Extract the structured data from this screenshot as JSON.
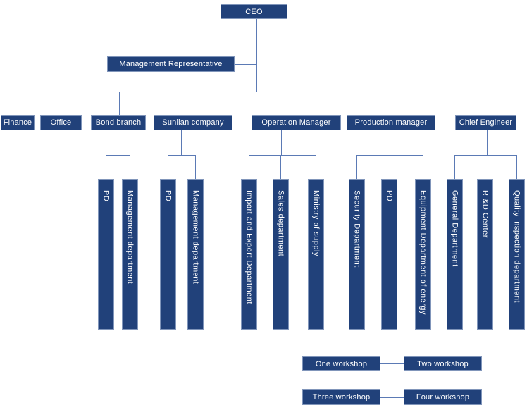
{
  "chart": {
    "ceo": "CEO",
    "management_representative": "Management Representative",
    "top_row": {
      "finance": "Finance",
      "office": "Office",
      "bond": "Bond branch",
      "sunlian": "Sunlian company",
      "operation": "Operation Manager",
      "production": "Production manager",
      "chief": "Chief Engineer"
    },
    "departments": {
      "bond_pd": "PD",
      "bond_mgmt": "Management department",
      "sunlian_pd": "PD",
      "sunlian_mgmt": "Management department",
      "import_export": "Import and Export Department",
      "sales": "Sales department",
      "ministry": "Ministry of supply",
      "security": "Security Department",
      "production_pd": "PD",
      "equipment": "Equipment Department of energy",
      "general": "General Department",
      "rd": "R &D Center",
      "quality": "Quality inspection department"
    },
    "workshops": {
      "one": "One workshop",
      "two": "Two workshop",
      "three": "Three workshop",
      "four": "Four workshop"
    }
  },
  "colors": {
    "node_fill": "#21417a",
    "node_border": "#8095ba",
    "connector": "#5b7ab5",
    "text": "#ffffff",
    "background": "#ffffff"
  }
}
